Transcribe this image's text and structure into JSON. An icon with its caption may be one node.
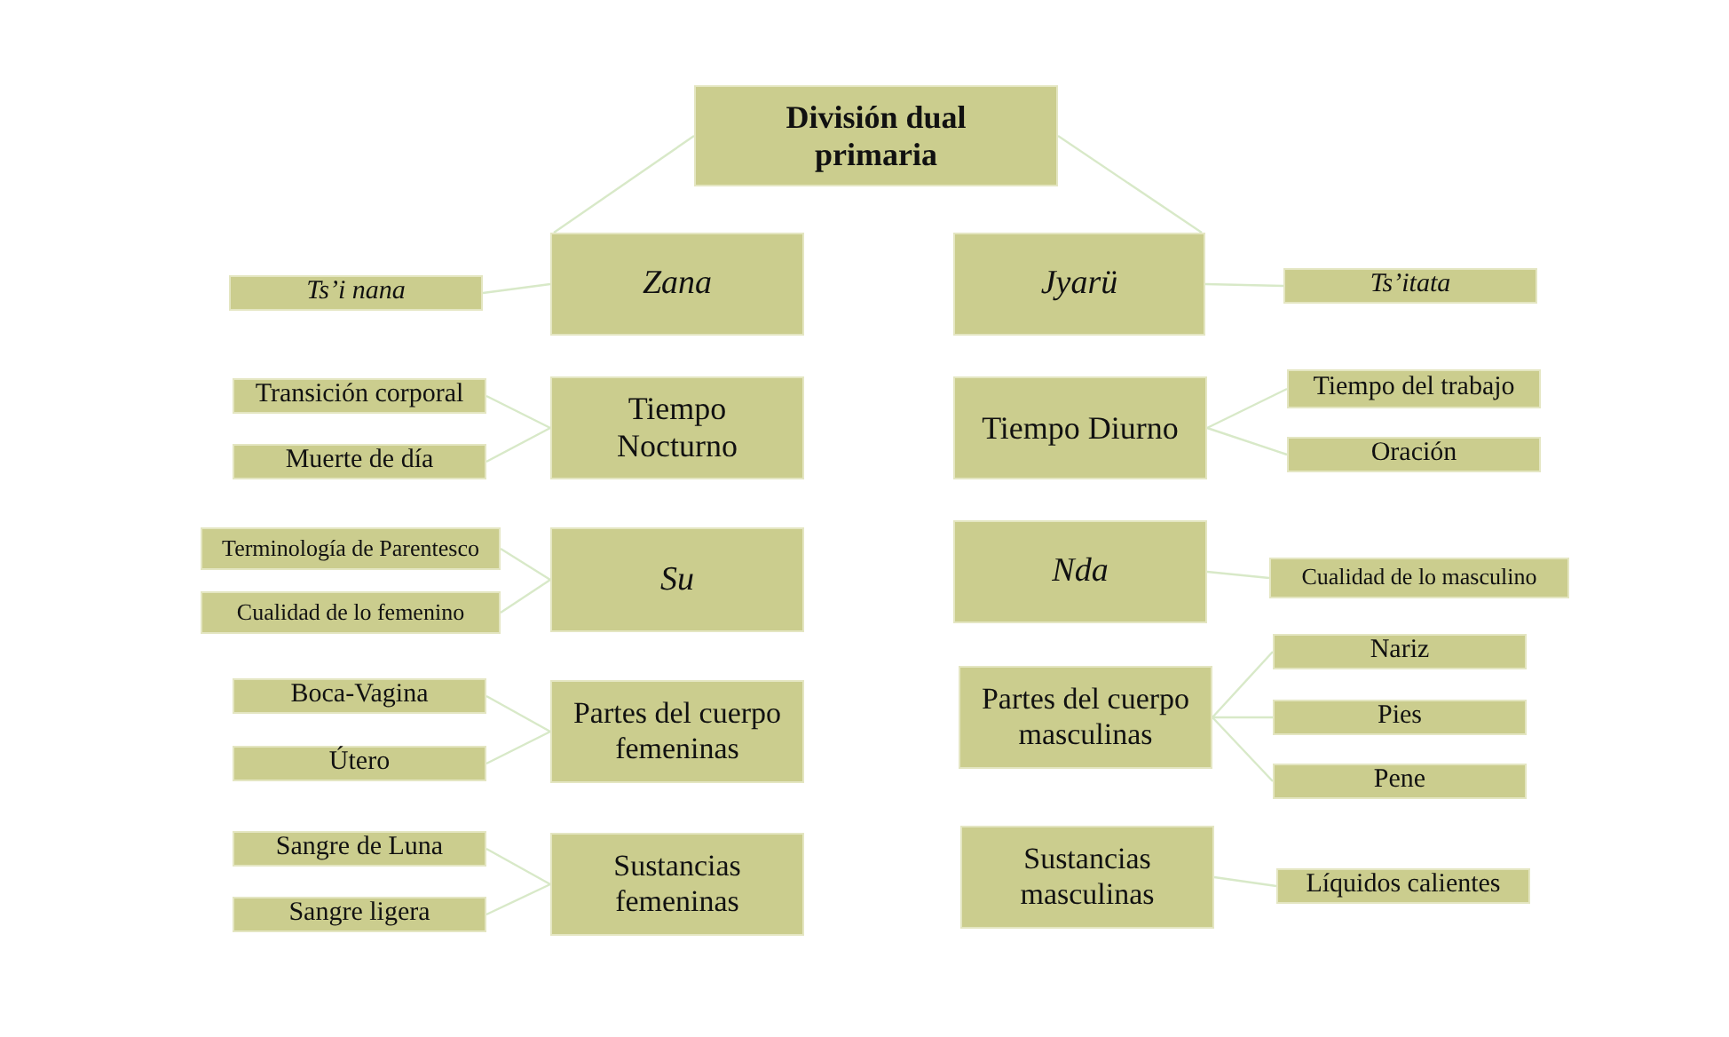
{
  "diagram": {
    "nodes": [
      {
        "text": [
          "División dual primaria"
        ]
      },
      {
        "text": [
          "Ts’i nana"
        ]
      },
      {
        "text": [
          "Zana"
        ]
      },
      {
        "text": [
          "Jyarü"
        ]
      },
      {
        "text": [
          "Ts’itata"
        ]
      },
      {
        "text": [
          "Transición corporal"
        ]
      },
      {
        "text": [
          "Muerte de día"
        ]
      },
      {
        "text": [
          "Tiempo Nocturno"
        ]
      },
      {
        "text": [
          "Tiempo Diurno"
        ]
      },
      {
        "text": [
          "Tiempo del trabajo"
        ]
      },
      {
        "text": [
          "Oración"
        ]
      },
      {
        "text": [
          "Terminología de Parentesco"
        ]
      },
      {
        "text": [
          "Cualidad de lo femenino"
        ]
      },
      {
        "text": [
          "Su"
        ]
      },
      {
        "text": [
          "Nda"
        ]
      },
      {
        "text": [
          "Cualidad de lo masculino"
        ]
      },
      {
        "text": [
          "Boca-Vagina"
        ]
      },
      {
        "text": [
          "Útero"
        ]
      },
      {
        "text": [
          "Partes del cuerpo femeninas"
        ]
      },
      {
        "text": [
          "Partes del cuerpo masculinas"
        ]
      },
      {
        "text": [
          "Nariz"
        ]
      },
      {
        "text": [
          "Pies"
        ]
      },
      {
        "text": [
          "Pene"
        ]
      },
      {
        "text": [
          "Sangre de Luna"
        ]
      },
      {
        "text": [
          "Sangre ligera"
        ]
      },
      {
        "text": [
          "Sustancias femeninas"
        ]
      },
      {
        "text": [
          "Sustancias masculinas"
        ]
      },
      {
        "text": [
          "Líquidos calientes"
        ]
      }
    ],
    "edges": [
      {
        "from": 0,
        "to": 2,
        "arrow": "none"
      },
      {
        "from": 0,
        "to": 3,
        "arrow": "none"
      },
      {
        "from": 2,
        "to": 1,
        "arrow": "none"
      },
      {
        "from": 3,
        "to": 4,
        "arrow": "none"
      },
      {
        "from": 7,
        "to": 5,
        "arrow": "none"
      },
      {
        "from": 7,
        "to": 6,
        "arrow": "none"
      },
      {
        "from": 8,
        "to": 9,
        "arrow": "none"
      },
      {
        "from": 8,
        "to": 10,
        "arrow": "none"
      },
      {
        "from": 13,
        "to": 11,
        "arrow": "none"
      },
      {
        "from": 13,
        "to": 12,
        "arrow": "none"
      },
      {
        "from": 14,
        "to": 15,
        "arrow": "none"
      },
      {
        "from": 18,
        "to": 16,
        "arrow": "none"
      },
      {
        "from": 18,
        "to": 17,
        "arrow": "none"
      },
      {
        "from": 19,
        "to": 20,
        "arrow": "none"
      },
      {
        "from": 19,
        "to": 21,
        "arrow": "none"
      },
      {
        "from": 19,
        "to": 22,
        "arrow": "none"
      },
      {
        "from": 25,
        "to": 23,
        "arrow": "none"
      },
      {
        "from": 25,
        "to": 24,
        "arrow": "none"
      },
      {
        "from": 26,
        "to": 27,
        "arrow": "none"
      }
    ]
  }
}
